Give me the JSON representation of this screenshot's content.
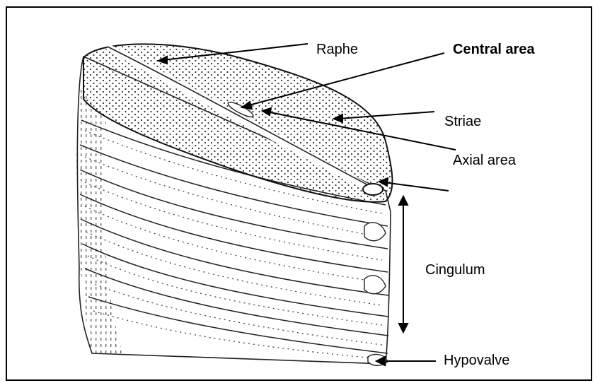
{
  "labels": {
    "raphe": "Raphe",
    "central_area": "Central area",
    "striae": "Striae",
    "axial_area": "Axial area",
    "cingulum": "Cingulum",
    "hypovalve": "Hypovalve"
  },
  "colors": {
    "ink": "#000000",
    "background": "#ffffff"
  },
  "illustration": "diatom-frustule-drawing"
}
